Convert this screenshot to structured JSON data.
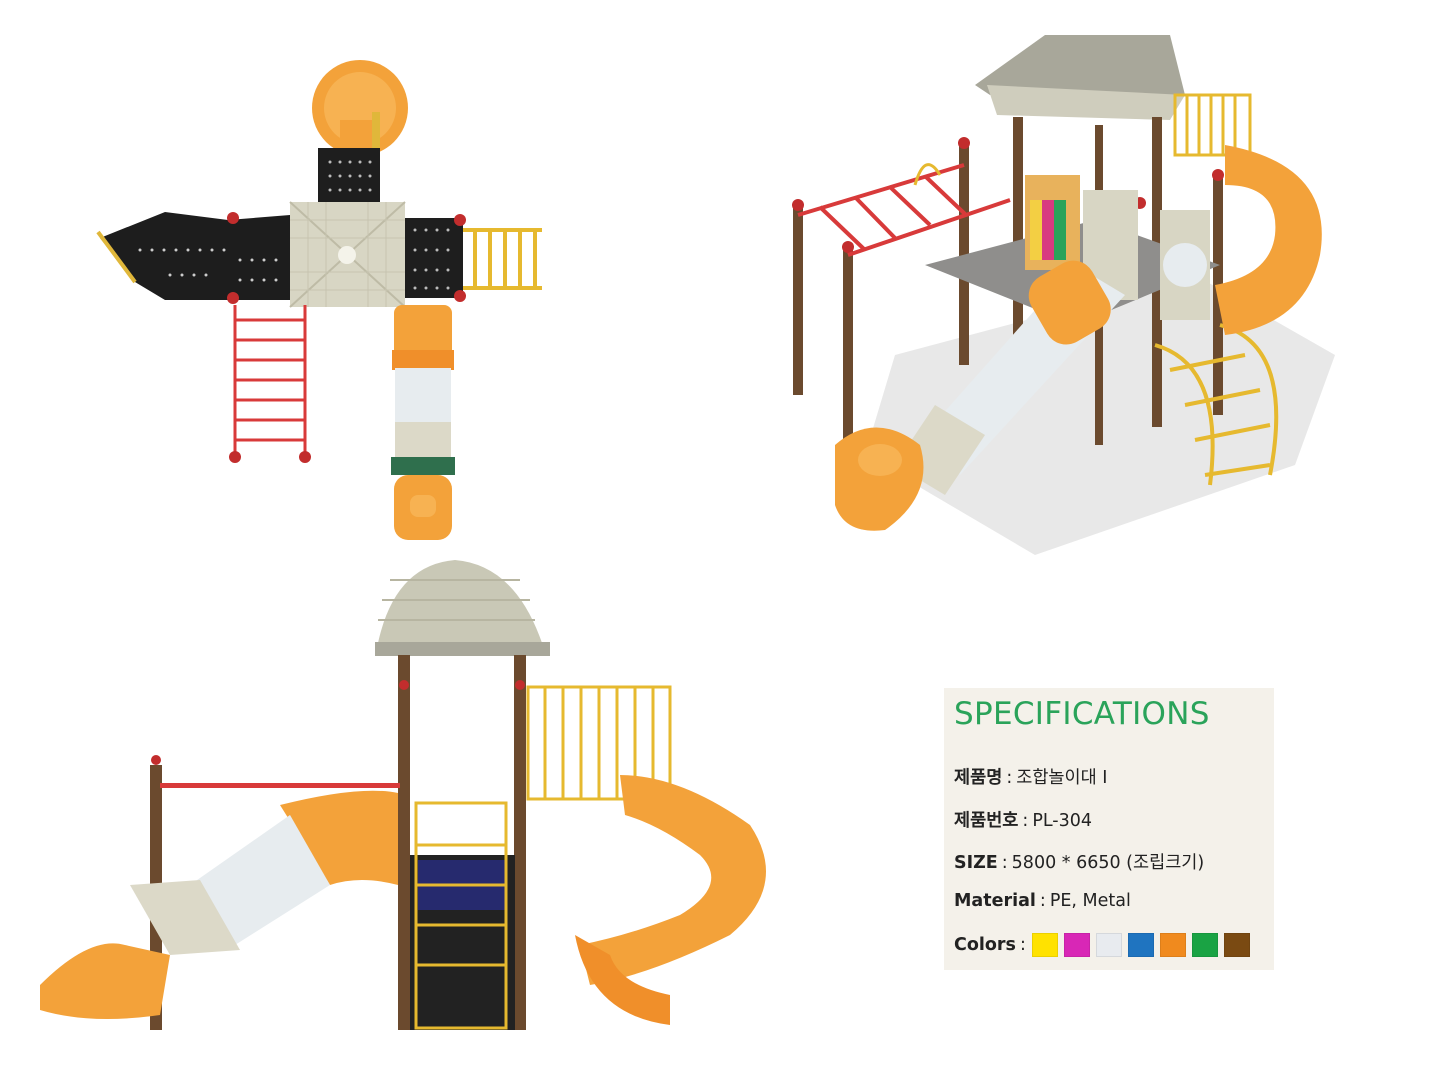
{
  "views": {
    "top": "top-view",
    "iso": "isometric-view",
    "side": "side-view"
  },
  "specs": {
    "title": "SPECIFICATIONS",
    "rows": {
      "name": {
        "label": "제품명",
        "value": "조합놀이대 I"
      },
      "code": {
        "label": "제품번호",
        "value": "PL-304"
      },
      "size": {
        "label": "SIZE",
        "value": "5800 * 6650 (조립크기)"
      },
      "material": {
        "label": "Material",
        "value": "PE, Metal"
      },
      "colors": {
        "label": "Colors"
      }
    },
    "separator": ":",
    "colors": [
      "#ffe200",
      "#d827b6",
      "#e8ebef",
      "#1f74c0",
      "#f08a1e",
      "#1aa344",
      "#7a4a12"
    ]
  }
}
